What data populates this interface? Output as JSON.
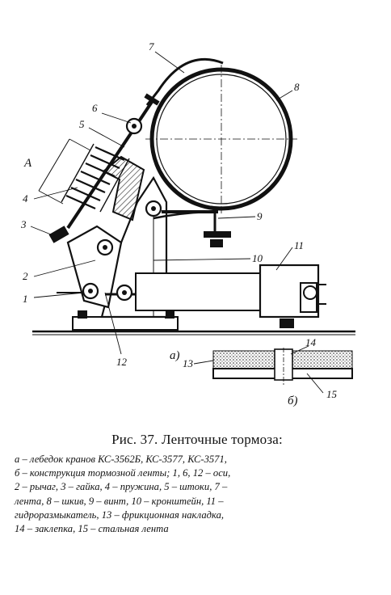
{
  "figure": {
    "callouts": [
      "1",
      "2",
      "3",
      "4",
      "5",
      "6",
      "7",
      "8",
      "9",
      "10",
      "11",
      "12",
      "13",
      "14",
      "15"
    ],
    "dimension_label": "A",
    "view_a_label": "а)",
    "view_b_label": "б)"
  },
  "caption": {
    "title": "Рис. 37. Ленточные тормоза:",
    "lines": [
      "а – лебедок кранов КС-3562Б, КС-3577, КС-3571,",
      "б – конструкция тормозной ленты; 1, 6, 12 – оси,",
      "2 – рычаг, 3 – гайка, 4 – пружина, 5 – штоки, 7 –",
      "лента, 8 – шкив, 9 – винт, 10 – кронштейн, 11 –",
      "гидроразмыкатель, 13 – фрикционная накладка,",
      "14 – заклепка, 15 – стальная лента"
    ]
  }
}
